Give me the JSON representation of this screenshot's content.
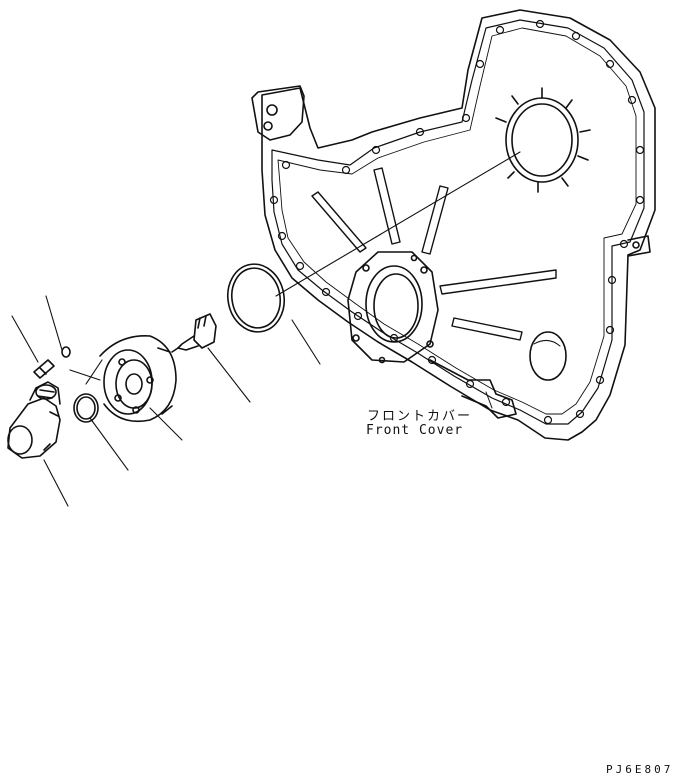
{
  "diagram": {
    "labels": {
      "front_cover_jp": "フロントカバー",
      "front_cover_en": "Front Cover"
    },
    "drawing_code": "PJ6E807"
  },
  "colors": {
    "line": "#111111",
    "background": "#ffffff"
  }
}
